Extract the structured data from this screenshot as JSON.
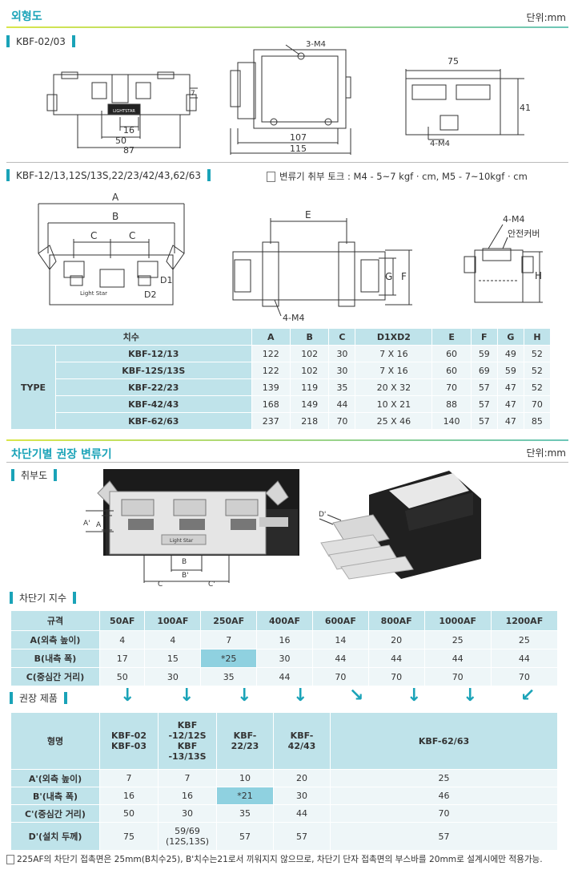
{
  "sec1": {
    "title": "외형도",
    "unit": "단위:mm"
  },
  "kbf0203": {
    "label": "KBF-02/03",
    "dims": {
      "d16": "16",
      "d50": "50",
      "d87": "87",
      "d7": "7",
      "m4": "3-M4",
      "d107": "107",
      "d115": "115",
      "d75": "75",
      "d41": "41",
      "m4b": "4-M4"
    },
    "plate_text": "LIGHTSTAR"
  },
  "kbf12": {
    "label": "KBF-12/13,12S/13S,22/23/42/43,62/63",
    "torque": "변류기 취부 토크 : M4 - 5~7 kgf · cm,  M5 - 7~10kgf · cm",
    "dims": {
      "A": "A",
      "B": "B",
      "C": "C",
      "D1": "D1",
      "D2": "D2",
      "E": "E",
      "F": "F",
      "G": "G",
      "H": "H",
      "m4": "4-M4",
      "m4b": "4-M4",
      "cover": "안전커버"
    },
    "plate_text": "Light Star"
  },
  "table1": {
    "headers": [
      "치수",
      "A",
      "B",
      "C",
      "D1XD2",
      "E",
      "F",
      "G",
      "H"
    ],
    "group": "TYPE",
    "rows": [
      [
        "KBF-12/13",
        "122",
        "102",
        "30",
        "7 X 16",
        "60",
        "59",
        "49",
        "52"
      ],
      [
        "KBF-12S/13S",
        "122",
        "102",
        "30",
        "7 X 16",
        "60",
        "69",
        "59",
        "52"
      ],
      [
        "KBF-22/23",
        "139",
        "119",
        "35",
        "20 X 32",
        "70",
        "57",
        "47",
        "52"
      ],
      [
        "KBF-42/43",
        "168",
        "149",
        "44",
        "10 X 21",
        "88",
        "57",
        "47",
        "70"
      ],
      [
        "KBF-62/63",
        "237",
        "218",
        "70",
        "25 X 46",
        "140",
        "57",
        "47",
        "85"
      ]
    ]
  },
  "sec2": {
    "title": "차단기별 권장 변류기",
    "unit": "단위:mm"
  },
  "install": {
    "label": "취부도",
    "dims": {
      "A1": "A'",
      "A": "A",
      "B": "B",
      "B1": "B'",
      "C": "C",
      "C1": "C'",
      "D1": "D'"
    },
    "plate_text": "Light Star"
  },
  "breaker": {
    "label": "차단기 지수",
    "headers": [
      "규격",
      "50AF",
      "100AF",
      "250AF",
      "400AF",
      "600AF",
      "800AF",
      "1000AF",
      "1200AF"
    ],
    "rows": [
      [
        "A(외측 높이)",
        "4",
        "4",
        "7",
        "16",
        "14",
        "20",
        "25",
        "25"
      ],
      [
        "B(내측 폭)",
        "17",
        "15",
        "*25",
        "30",
        "44",
        "44",
        "44",
        "44"
      ],
      [
        "C(중심간 거리)",
        "50",
        "30",
        "35",
        "44",
        "70",
        "70",
        "70",
        "70"
      ]
    ]
  },
  "recommend": {
    "label": "권장 제품",
    "header_label": "형명",
    "models": [
      "KBF-02\nKBF-03",
      "KBF\n-12/12S\nKBF\n-13/13S",
      "KBF-\n22/23",
      "KBF-\n42/43",
      "KBF-62/63"
    ],
    "rows": [
      [
        "A'(외측 높이)",
        "7",
        "7",
        "10",
        "20",
        "25"
      ],
      [
        "B'(내측 폭)",
        "16",
        "16",
        "*21",
        "30",
        "46"
      ],
      [
        "C'(중심간 거리)",
        "50",
        "30",
        "35",
        "44",
        "70"
      ],
      [
        "D'(설치 두께)",
        "75",
        "59/69\n(12S,13S)",
        "57",
        "57",
        "57"
      ]
    ],
    "note": "225AF의 차단기 접촉면은 25mm(B치수25), B'치수는21로서 끼워지지 않으므로, 차단기 단자 접촉면의 부스바를 20mm로 설계시에만 적용가능."
  },
  "colors": {
    "accent": "#1aa3b8",
    "header_bg": "#bfe3ea",
    "cell_bg": "#eef6f8",
    "highlight": "#8fd1e0"
  }
}
